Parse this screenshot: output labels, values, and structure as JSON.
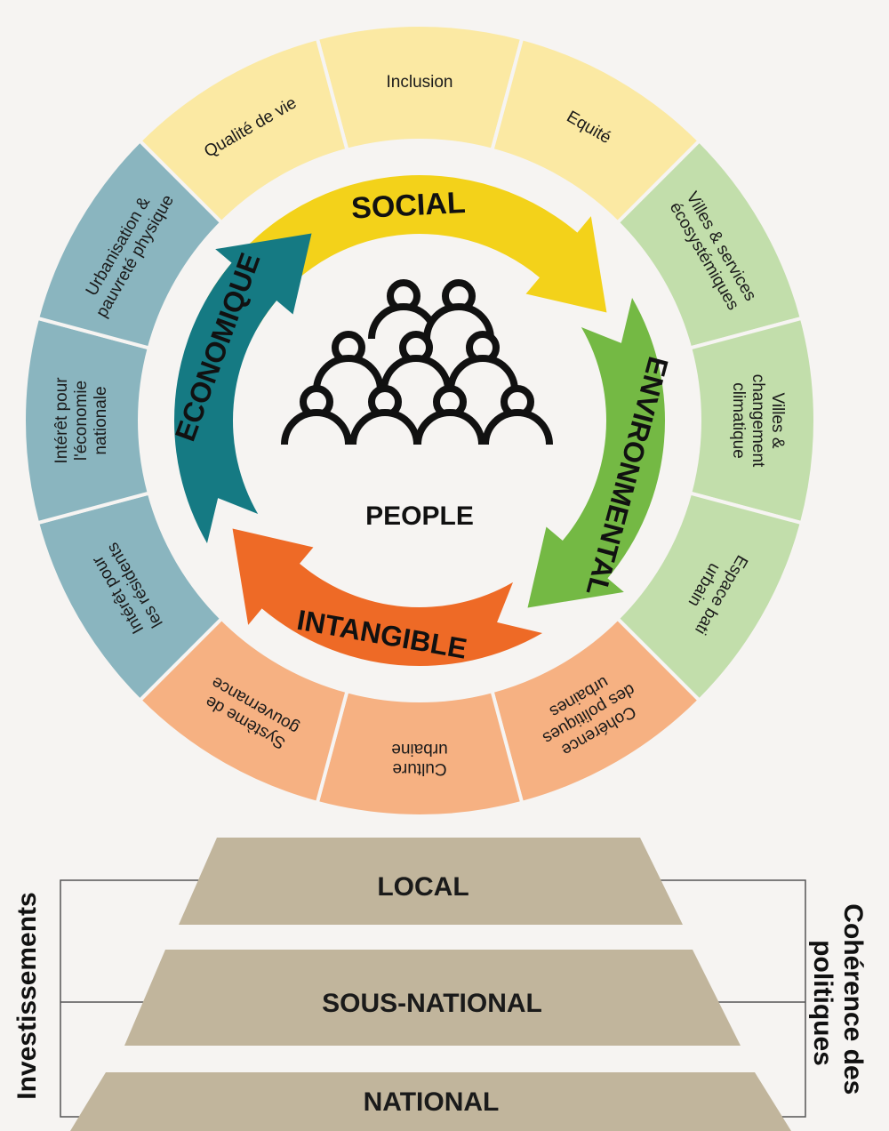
{
  "colors": {
    "social": "#f3d21a",
    "social_light": "#fbe9a3",
    "environmental": "#74b944",
    "environmental_light": "#c2deab",
    "intangible": "#ee6a26",
    "intangible_light": "#f6b182",
    "economique": "#157a83",
    "economique_light": "#8ab5bf",
    "level": "#c1b59c",
    "background": "#f6f4f2"
  },
  "center": {
    "label": "PEOPLE",
    "icon": "people-group-icon"
  },
  "dimensions": {
    "social": {
      "label": "SOCIAL"
    },
    "environmental": {
      "label": "ENVIRONMENTAL"
    },
    "intangible": {
      "label": "INTANGIBLE"
    },
    "economique": {
      "label": "ECONOMIQUE"
    }
  },
  "segments": [
    {
      "lines": [
        "Inclusion"
      ],
      "group": "social"
    },
    {
      "lines": [
        "Equité"
      ],
      "group": "social"
    },
    {
      "lines": [
        "Villes & services",
        "écosystémiques"
      ],
      "group": "environmental"
    },
    {
      "lines": [
        "Villes &",
        "changement",
        "climatique"
      ],
      "group": "environmental"
    },
    {
      "lines": [
        "Espace bati",
        "urbain"
      ],
      "group": "environmental"
    },
    {
      "lines": [
        "Cohérence",
        "des politiques",
        "urbaines"
      ],
      "group": "intangible"
    },
    {
      "lines": [
        "Culture",
        "urbaine"
      ],
      "group": "intangible"
    },
    {
      "lines": [
        "Système de",
        "gouvernance"
      ],
      "group": "intangible"
    },
    {
      "lines": [
        "Intérêt pour",
        "les résidents"
      ],
      "group": "economique"
    },
    {
      "lines": [
        "Intérêt pour",
        "l'économie",
        "nationale"
      ],
      "group": "economique"
    },
    {
      "lines": [
        "Urbanisation &",
        "pauvreté physique"
      ],
      "group": "economique"
    },
    {
      "lines": [
        "Qualité de vie"
      ],
      "group": "social"
    }
  ],
  "levels": [
    {
      "label": "LOCAL"
    },
    {
      "label": "SOUS-NATIONAL"
    },
    {
      "label": "NATIONAL"
    }
  ],
  "side_labels": {
    "left": "Investissements",
    "right_line1": "Cohérence des",
    "right_line2": "politiques"
  }
}
